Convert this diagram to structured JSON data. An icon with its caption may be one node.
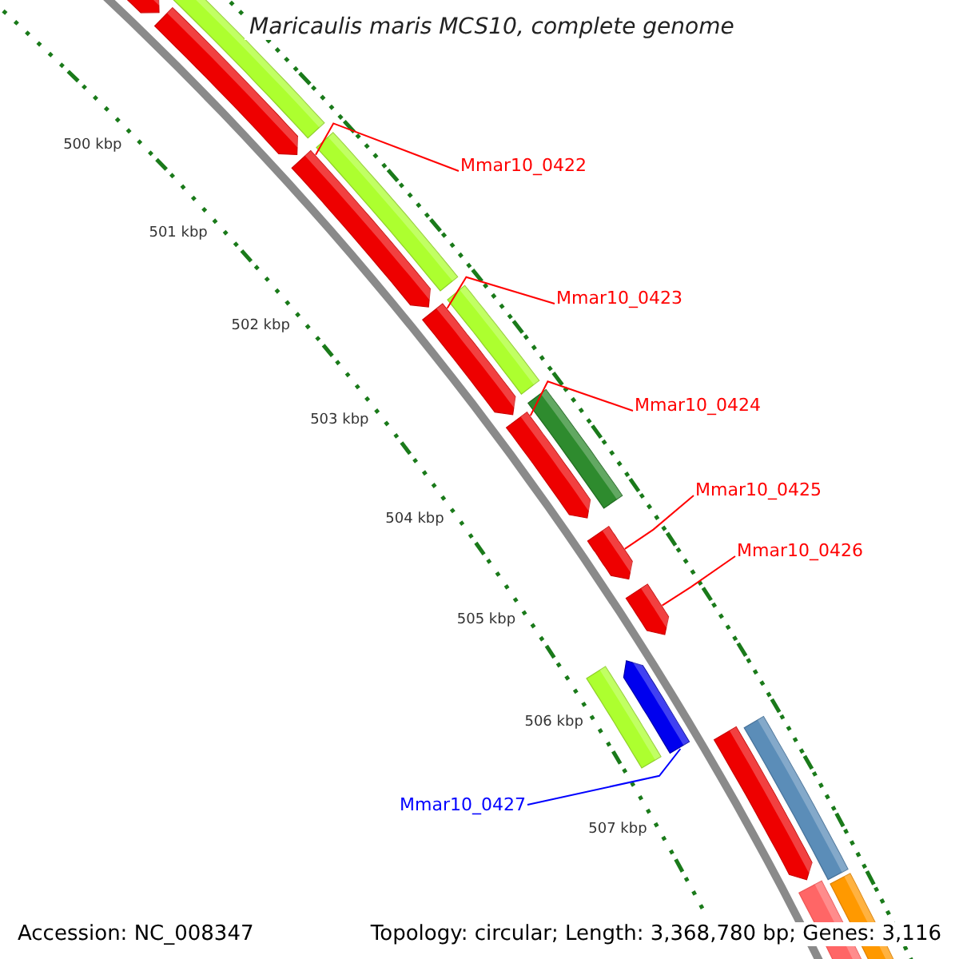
{
  "diagram": {
    "title": "Maricaulis maris MCS10, complete genome",
    "nodes": [
      {
        "text": [
          "Mmar10_0422"
        ]
      },
      {
        "text": [
          "Mmar10_0423"
        ]
      },
      {
        "text": [
          "Mmar10_0424"
        ]
      },
      {
        "text": [
          "Mmar10_0425"
        ]
      },
      {
        "text": [
          "Mmar10_0426"
        ]
      },
      {
        "text": [
          "Mmar10_0427"
        ]
      },
      {
        "text": [],
        "shape": "bar"
      },
      {
        "text": [],
        "shape": "bar"
      },
      {
        "text": [],
        "shape": "bar"
      },
      {
        "text": [],
        "shape": "bar"
      },
      {
        "text": [],
        "shape": "bar"
      },
      {
        "text": [],
        "shape": "bar"
      },
      {
        "text": [],
        "shape": "bar"
      }
    ],
    "edges": [
      {
        "from": 0,
        "to": 7,
        "arrow": "none"
      },
      {
        "from": 1,
        "to": 8,
        "arrow": "none"
      },
      {
        "from": 2,
        "to": 9,
        "arrow": "none"
      },
      {
        "from": 3,
        "to": 10,
        "arrow": "none"
      },
      {
        "from": 4,
        "to": 11,
        "arrow": "none"
      },
      {
        "from": 5,
        "to": 12,
        "arrow": "none",
        "color": "#0000ff"
      }
    ],
    "labels": [
      "500 kbp",
      "501 kbp",
      "502 kbp",
      "503 kbp",
      "504 kbp",
      "505 kbp",
      "506 kbp",
      "507 kbp",
      "Accession: NC_008347",
      "Topology: circular; Length: 3,368,780 bp; Genes: 3,116"
    ]
  }
}
